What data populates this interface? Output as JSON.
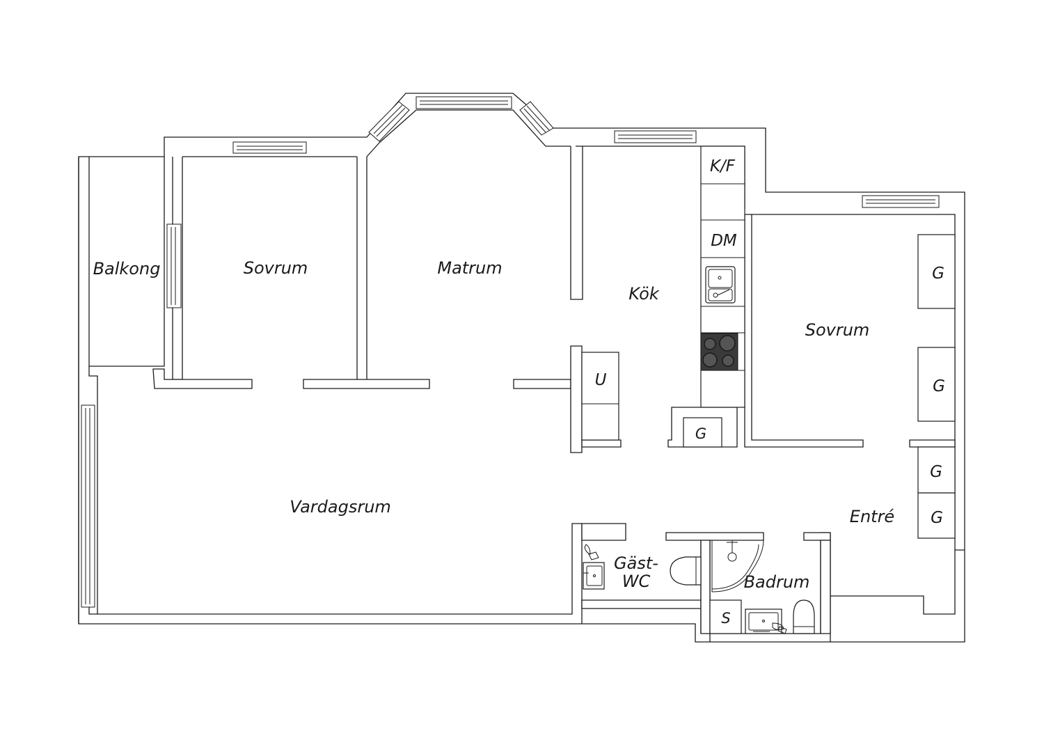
{
  "rooms": {
    "balkong": "Balkong",
    "sovrum_left": "Sovrum",
    "matrum": "Matrum",
    "kok": "Kök",
    "sovrum_right": "Sovrum",
    "vardagsrum": "Vardagsrum",
    "entre": "Entré",
    "gast_wc_line1": "Gäst-",
    "gast_wc_line2": "WC",
    "badrum": "Badrum"
  },
  "fixtures": {
    "kf": "K/F",
    "dm": "DM",
    "u": "U",
    "g_kitchen": "G",
    "g_wardrobe_1": "G",
    "g_wardrobe_2": "G",
    "g_entre_1": "G",
    "g_entre_2": "G",
    "s": "S"
  },
  "colors": {
    "line": "#1a1a1a",
    "stove": "#3a3a3a",
    "background": "#ffffff"
  }
}
